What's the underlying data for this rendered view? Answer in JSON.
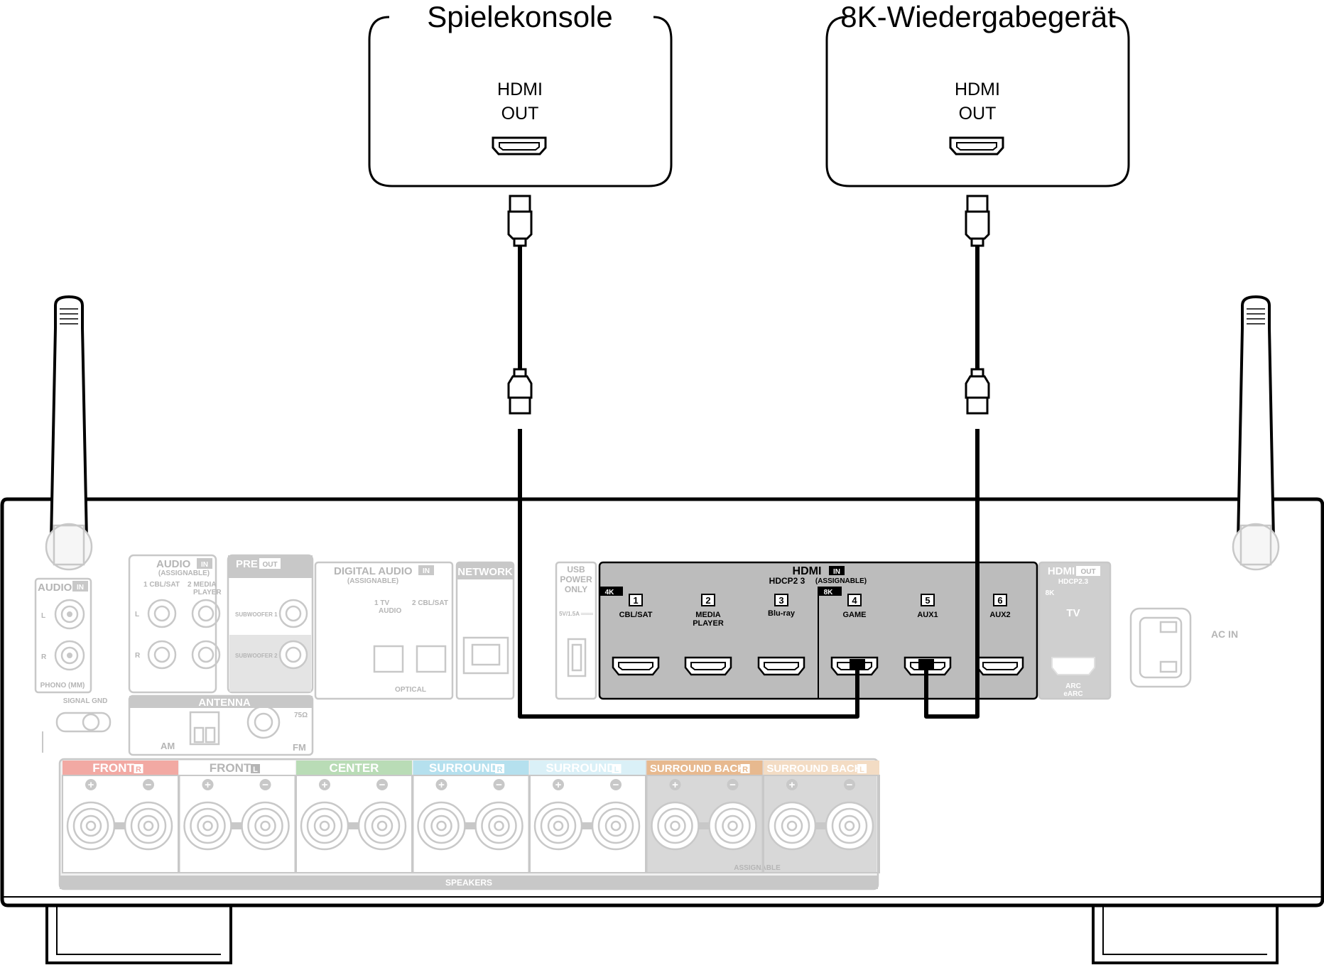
{
  "devices": {
    "console": {
      "title": "Spielekonsole",
      "port_line1": "HDMI",
      "port_line2": "OUT"
    },
    "player8k": {
      "title": "8K-Wiedergabegerät",
      "port_line1": "HDMI",
      "port_line2": "OUT"
    }
  },
  "receiver": {
    "audio_in_top": "AUDIO",
    "in_badge": "IN",
    "assignable": "(ASSIGNABLE)",
    "audio_cbl_sat": "1 CBL/SAT",
    "audio_media": "2  MEDIA",
    "audio_player": "PLAYER",
    "phono_title": "AUDIO",
    "phono_label": "PHONO (MM)",
    "ch_l": "L",
    "ch_r": "R",
    "signal_gnd": "SIGNAL GND",
    "pre_out": "PRE",
    "out_badge": "OUT",
    "subwoofer1": "SUBWOOFER 1",
    "subwoofer2": "SUBWOOFER 2",
    "digital_audio": "DIGITAL AUDIO",
    "optical_1": "1    TV",
    "optical_1b": "AUDIO",
    "optical_2": "2 CBL/SAT",
    "optical": "OPTICAL",
    "network": "NETWORK",
    "antenna": "ANTENNA",
    "am": "AM",
    "fm": "FM",
    "ohm": "75Ω",
    "usb_1": "USB",
    "usb_2": "POWER",
    "usb_3": "ONLY",
    "usb_rating": "5V/1.5A ═══",
    "hdmi_in_title": "HDMI",
    "hdmi_in_sub": "HDCP2 3",
    "hdmi_assignable": "(ASSIGNABLE)",
    "badge_4k": "4K",
    "badge_8k": "8K",
    "inputs": [
      {
        "num": "1",
        "name": "CBL/SAT",
        "name2": ""
      },
      {
        "num": "2",
        "name": "MEDIA",
        "name2": "PLAYER"
      },
      {
        "num": "3",
        "name": "Blu-ray",
        "name2": ""
      },
      {
        "num": "4",
        "name": "GAME",
        "name2": ""
      },
      {
        "num": "5",
        "name": "AUX1",
        "name2": ""
      },
      {
        "num": "6",
        "name": "AUX2",
        "name2": ""
      }
    ],
    "hdmi_out_title": "HDMI",
    "hdmi_out_sub": "HDCP2.3",
    "hdmi_out_8k": "8K",
    "hdmi_out_tv": "TV",
    "arc": "ARC",
    "earc": "eARC",
    "ac_in": "AC IN",
    "speakers": "SPEAKERS",
    "speaker_assignable": "ASSIGNABLE",
    "speaker_groups": [
      {
        "label": "FRONT",
        "side": "R",
        "color": "#f2a9a3"
      },
      {
        "label": "FRONT",
        "side": "L",
        "color": "#ffffff"
      },
      {
        "label": "CENTER",
        "side": "",
        "color": "#b9dcb6"
      },
      {
        "label": "SURROUND",
        "side": "R",
        "color": "#b5e0ee"
      },
      {
        "label": "SURROUND",
        "side": "L",
        "color": "#daf0f7"
      },
      {
        "label": "SURROUND BACK",
        "side": "R",
        "color": "#e7b98f"
      },
      {
        "label": "SURROUND BACK",
        "side": "L",
        "color": "#f3dcc4"
      }
    ],
    "plus": "+",
    "minus": "−"
  }
}
